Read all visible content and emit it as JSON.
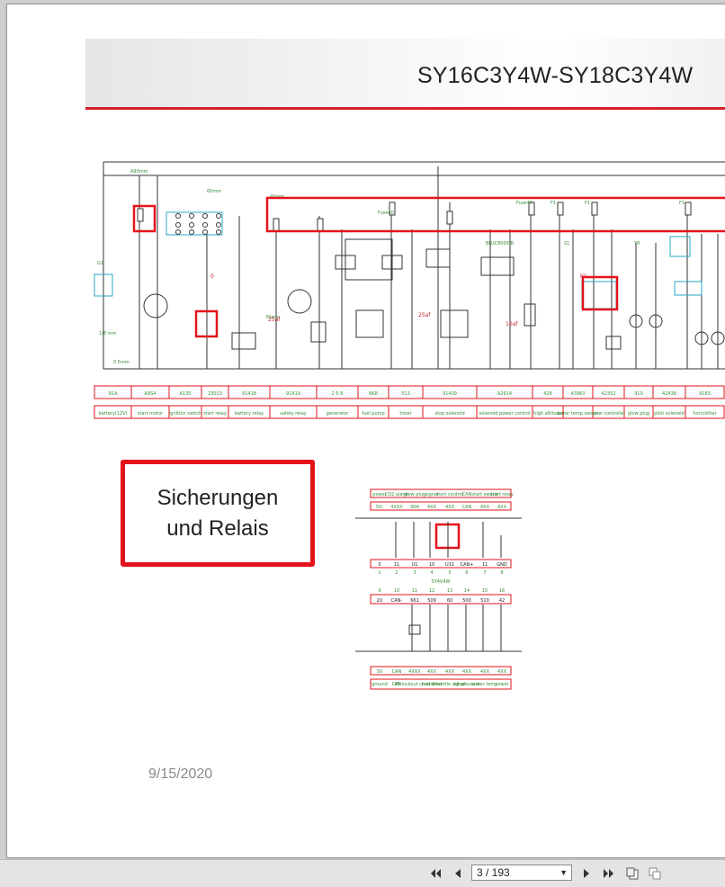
{
  "slide": {
    "title": "SY16C3Y4W-SY18C3Y4W",
    "callout_line1": "Sicherungen",
    "callout_line2": "und Relais",
    "date": "9/15/2020"
  },
  "schematic": {
    "code_row": [
      "91A",
      "A9S4",
      "A135",
      "23013",
      "91418",
      "91419",
      "2 5 8",
      "8K8",
      "513",
      "91409",
      "A2914",
      "428",
      "43963",
      "42352",
      "910",
      "42438",
      "9183"
    ],
    "desc_row": [
      "battery(12V)",
      "start motor",
      "ignition switch",
      "start relay",
      "battery relay",
      "safety relay",
      "generator",
      "fuel pump",
      "timer",
      "stop solenoid",
      "solenoid power control",
      "high altitude",
      "water temp sensor",
      "glow controller",
      "glow plug",
      "pilot solenoid",
      "horn/other"
    ],
    "mini_top_row": [
      "power",
      "CO2 alarm",
      "glow plug",
      "signal",
      "start control",
      "CAN",
      "start switch",
      "start relay"
    ],
    "mini_code_row": [
      "50-",
      "4XXX",
      "90A",
      "4XX",
      "4XX",
      "CAN",
      "4XX",
      "4XX"
    ],
    "mini_pin_top": [
      "0",
      "11",
      "U1",
      "10",
      "U11",
      "CAN+",
      "11",
      "GND"
    ],
    "mini_pin_num_top": [
      "1",
      "2",
      "3",
      "4",
      "5",
      "6",
      "7",
      "8"
    ],
    "mini_part": "SY4V4W",
    "mini_pin_num_bot": [
      "9",
      "10",
      "11",
      "12",
      "13",
      "14",
      "15",
      "16"
    ],
    "mini_pin_bot": [
      "2U",
      "CAN-",
      "661",
      "509",
      "60",
      "500",
      "510",
      "42"
    ],
    "mini_bottom_codes": [
      "50",
      "CAN",
      "4XXX",
      "4XX",
      "4XX",
      "4XX",
      "4XX",
      "4XX"
    ],
    "mini_bottom_labels": [
      "ground",
      "CAN",
      "lift lockout control",
      "fuel level",
      "throttle signal",
      "oil pressure",
      "water temp",
      "power"
    ]
  },
  "viewer": {
    "page_indicator": "3 / 193",
    "icons": [
      "first-page-icon",
      "previous-page-icon",
      "next-page-icon",
      "last-page-icon",
      "single-page-view-icon",
      "continuous-view-icon"
    ],
    "accent": "#e3131b"
  }
}
